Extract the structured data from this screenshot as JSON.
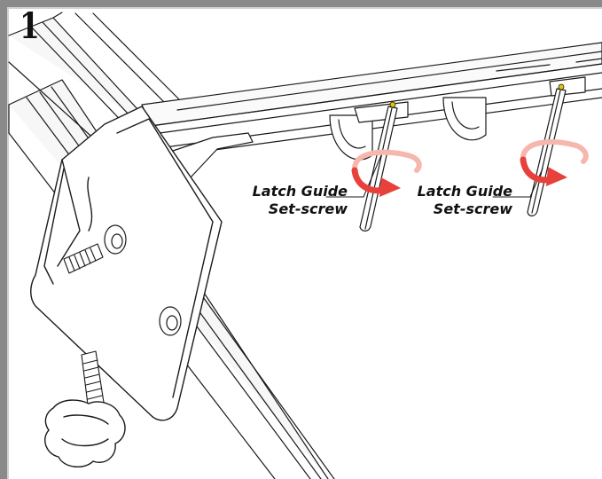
{
  "figure": {
    "step_number": "1",
    "callouts": [
      {
        "line1": "Latch Guide",
        "line2": "Set-screw"
      },
      {
        "line1": "Latch Guide",
        "line2": "Set-screw"
      }
    ]
  },
  "colors": {
    "frame": "#8a8a8a",
    "rotation_arrow": "#e8403a",
    "rotation_arrow_light": "#f6b7ae",
    "set_screw_tip": "#e6c400",
    "line_art": "#1a1a1a"
  }
}
